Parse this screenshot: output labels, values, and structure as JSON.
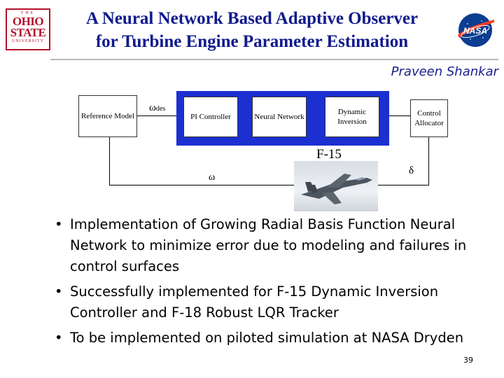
{
  "title": {
    "line1": "A Neural Network Based Adaptive Observer",
    "line2": "for Turbine Engine Parameter Estimation"
  },
  "logos": {
    "osu": {
      "the": "THE",
      "line1": "OHIO",
      "line2": "STATE",
      "line3": "UNIVERSITY",
      "color": "#b3122b"
    },
    "nasa": {
      "text": "NASA",
      "icon": "nasa-meatball-logo"
    }
  },
  "author": "Praveen Shankar",
  "diagram": {
    "reference_model": "Reference Model",
    "omega_des": "ω",
    "omega_des_sub": "des",
    "pi_controller": "PI Controller",
    "neural_network": "Neural Network",
    "dynamic_inversion": "Dynamic Inversion",
    "control_allocator": "Control Allocator",
    "plant_label": "F-15",
    "omega": "ω",
    "delta": "δ",
    "controller_color": "#1c2fd1"
  },
  "bullets": [
    "Implementation of Growing Radial Basis Function Neural Network to minimize error due to modeling and failures in control surfaces",
    "Successfully implemented for F-15 Dynamic Inversion Controller and F-18 Robust LQR Tracker",
    "To be implemented on piloted simulation at NASA Dryden"
  ],
  "bullet_symbol": "•",
  "page_number": "39"
}
